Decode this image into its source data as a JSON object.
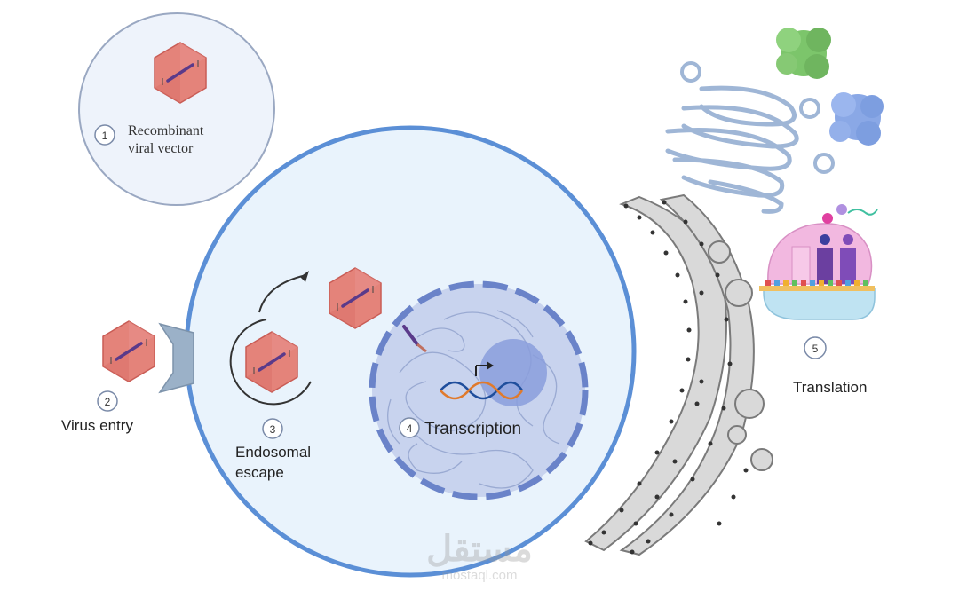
{
  "steps": [
    {
      "number": "1",
      "label_line1": "Recombinant",
      "label_line2": "viral vector"
    },
    {
      "number": "2",
      "label_line1": "Virus entry"
    },
    {
      "number": "3",
      "label_line1": "Endosomal",
      "label_line2": "escape"
    },
    {
      "number": "4",
      "label_line1": "Transcription"
    },
    {
      "number": "5",
      "label_line1": "Translation"
    }
  ],
  "watermark": {
    "arabic": "مستقل",
    "latin": "mostaql.com"
  },
  "colors": {
    "cell_fill": "#e9f3fc",
    "cell_stroke": "#5b8fd6",
    "nucleus_fill": "#c8d3ee",
    "nucleus_dash": "#6a83c9",
    "virus_fill": "#e4837a",
    "virus_stroke": "#c95c55",
    "er_fill": "#d9d9d9",
    "er_stroke": "#7a7a7a",
    "protein_green": "#7cc56b",
    "protein_blue": "#8aa8e6",
    "ribosome_pink": "#f2b8e0",
    "ribosome_blue": "#bfe3f2"
  }
}
